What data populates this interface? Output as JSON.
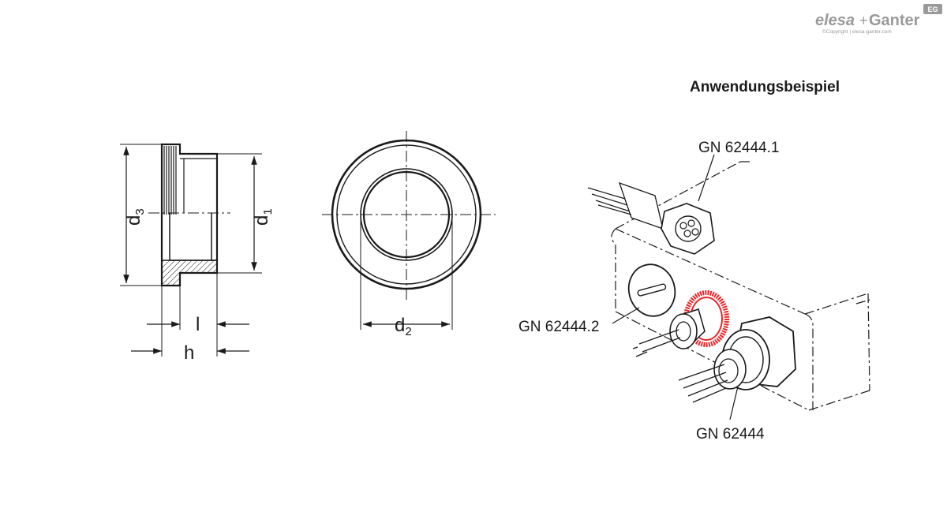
{
  "brand": {
    "logo_left": "elesa",
    "logo_plus": "+",
    "logo_right": "Ganter",
    "badge": "EG",
    "copyright": "©Copyright | elesa-ganter.com",
    "color": "#9a9a9a"
  },
  "heading": "Anwendungsbeispiel",
  "dimensions": {
    "d3_main": "d",
    "d3_sub": "3",
    "d1_main": "d",
    "d1_sub": "1",
    "d2_main": "d",
    "d2_sub": "2",
    "l": "l",
    "h": "h"
  },
  "parts": {
    "gn_1": "GN 62444.1",
    "gn_2": "GN 62444.2",
    "gn_0": "GN 62444"
  },
  "colors": {
    "line": "#1a1a1a",
    "highlight": "#e8262b"
  }
}
